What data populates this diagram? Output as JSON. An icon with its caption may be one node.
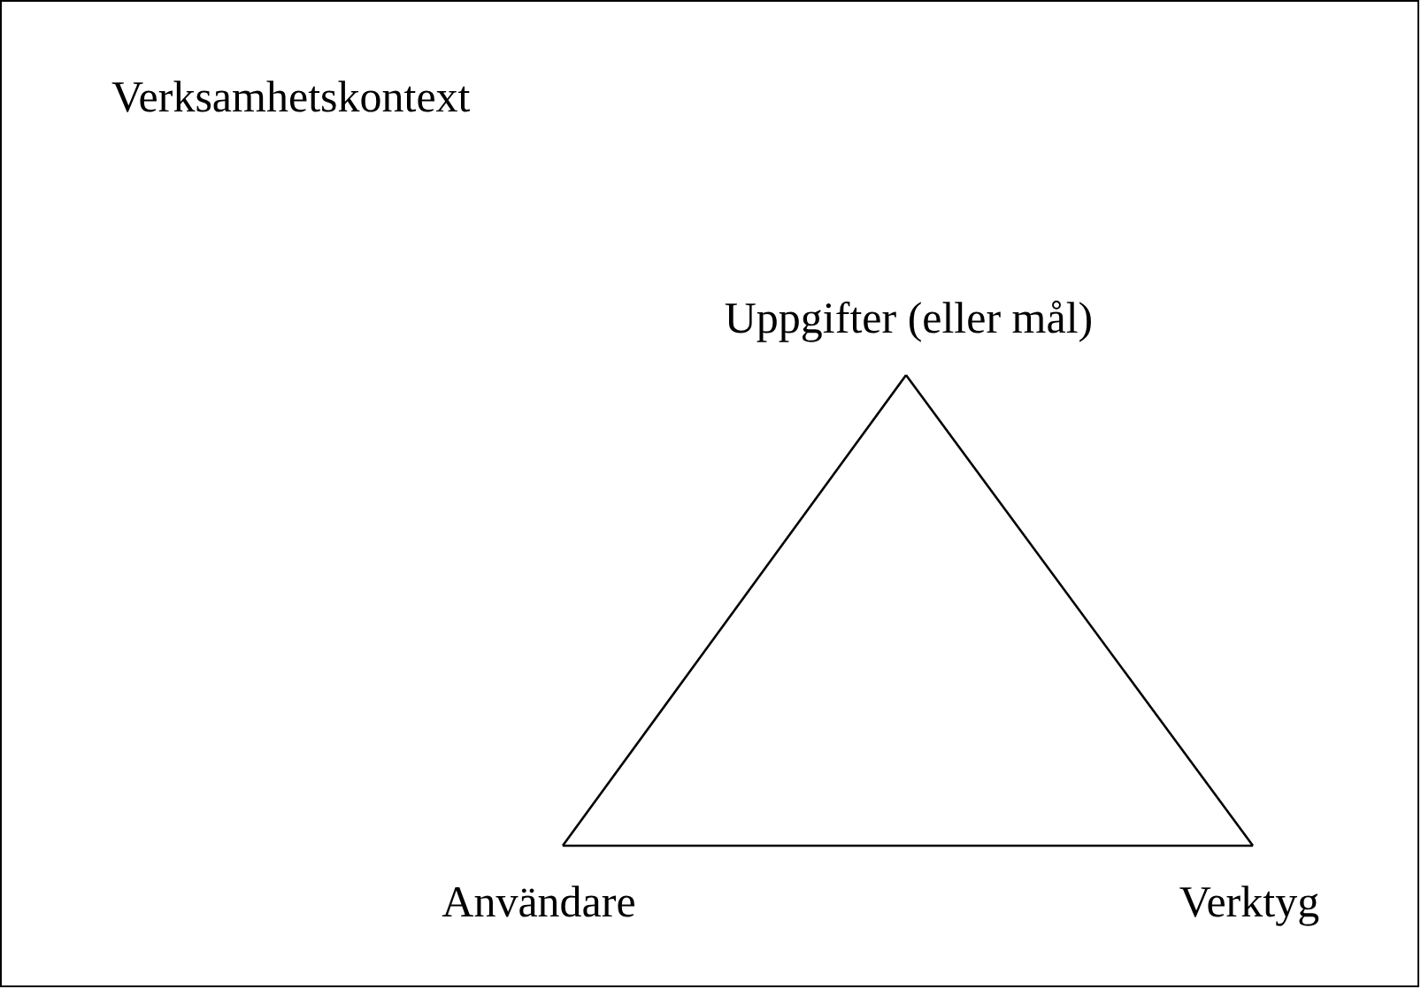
{
  "diagram": {
    "nodes": [
      {
        "text": [
          "Verksamhetskontext"
        ]
      },
      {
        "text": [
          "Uppgifter (eller mål)"
        ],
        "in": 0
      },
      {
        "text": [
          "Användare"
        ],
        "in": 0
      },
      {
        "text": [
          "Verktyg"
        ],
        "in": 0
      }
    ],
    "edges": [
      {
        "from": 1,
        "to": 2,
        "arrow": "none"
      },
      {
        "from": 1,
        "to": 3,
        "arrow": "none"
      },
      {
        "from": 2,
        "to": 3,
        "arrow": "none"
      }
    ]
  }
}
